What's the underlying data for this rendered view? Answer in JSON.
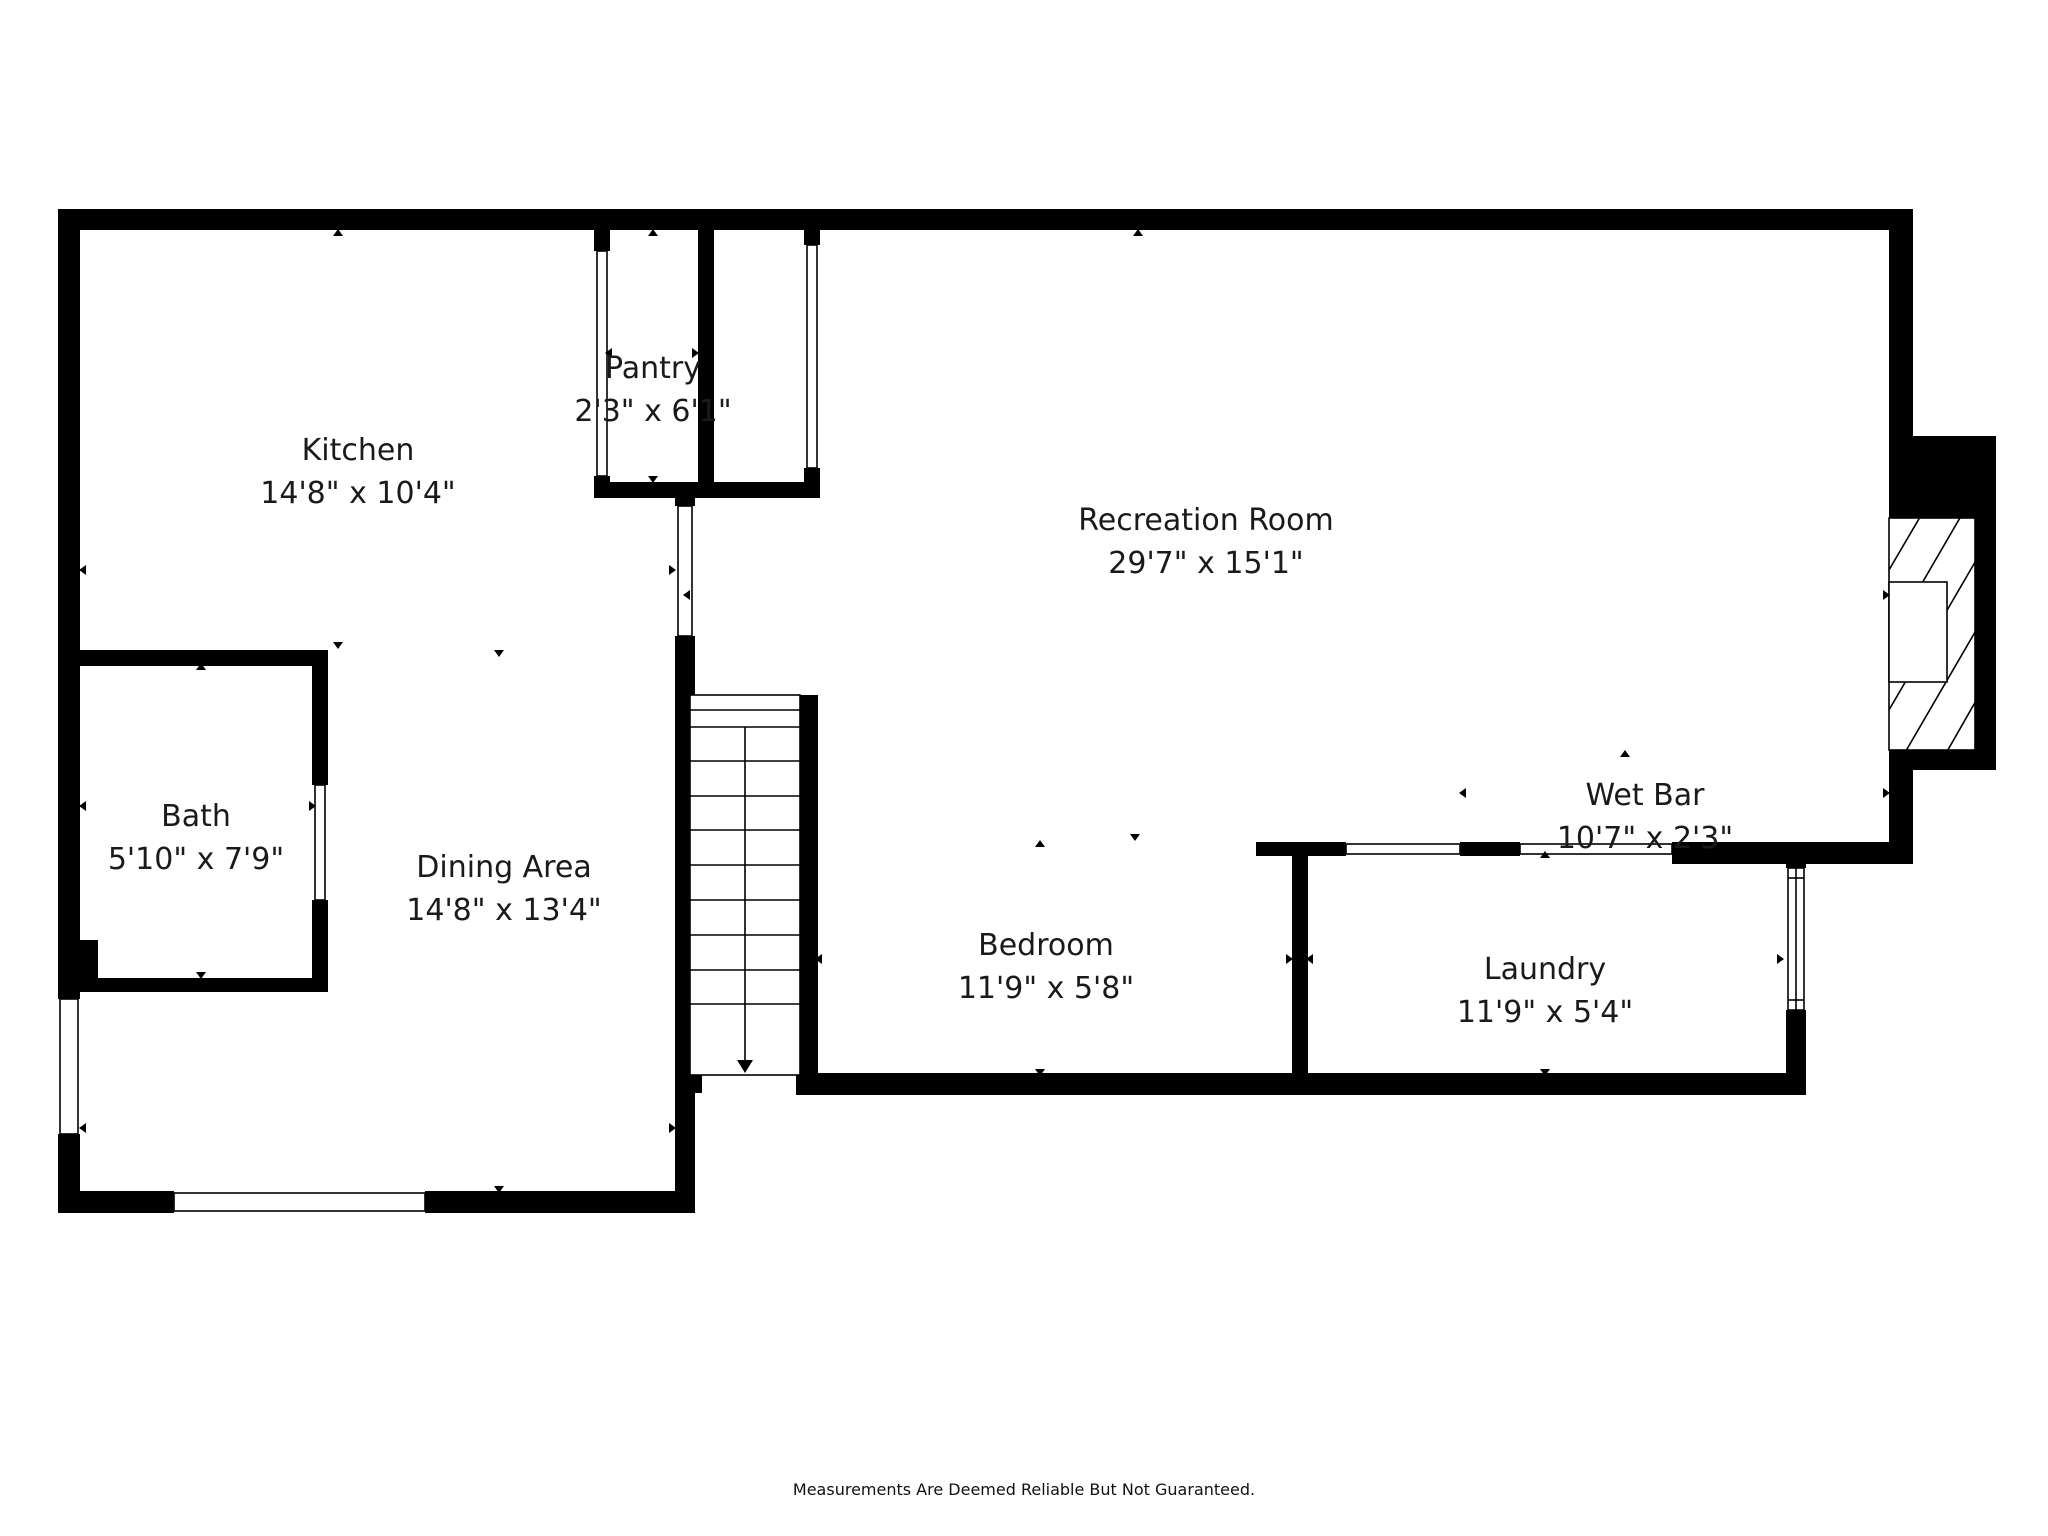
{
  "rooms": [
    {
      "id": "kitchen",
      "name": "Kitchen",
      "size": "14'8\" x 10'4\""
    },
    {
      "id": "pantry",
      "name": "Pantry",
      "size": "2'3\" x 6'1\""
    },
    {
      "id": "recreation-room",
      "name": "Recreation Room",
      "size": "29'7\" x 15'1\""
    },
    {
      "id": "bath",
      "name": "Bath",
      "size": "5'10\" x 7'9\""
    },
    {
      "id": "dining-area",
      "name": "Dining Area",
      "size": "14'8\" x 13'4\""
    },
    {
      "id": "wet-bar",
      "name": "Wet Bar",
      "size": "10'7\" x 2'3\""
    },
    {
      "id": "bedroom",
      "name": "Bedroom",
      "size": "11'9\" x 5'8\""
    },
    {
      "id": "laundry",
      "name": "Laundry",
      "size": "11'9\" x 5'4\""
    }
  ],
  "footer": {
    "disclaimer": "Measurements Are Deemed Reliable But Not Guaranteed."
  },
  "colors": {
    "wall": "#000000",
    "background": "#ffffff",
    "text": "#1a1a1a"
  }
}
